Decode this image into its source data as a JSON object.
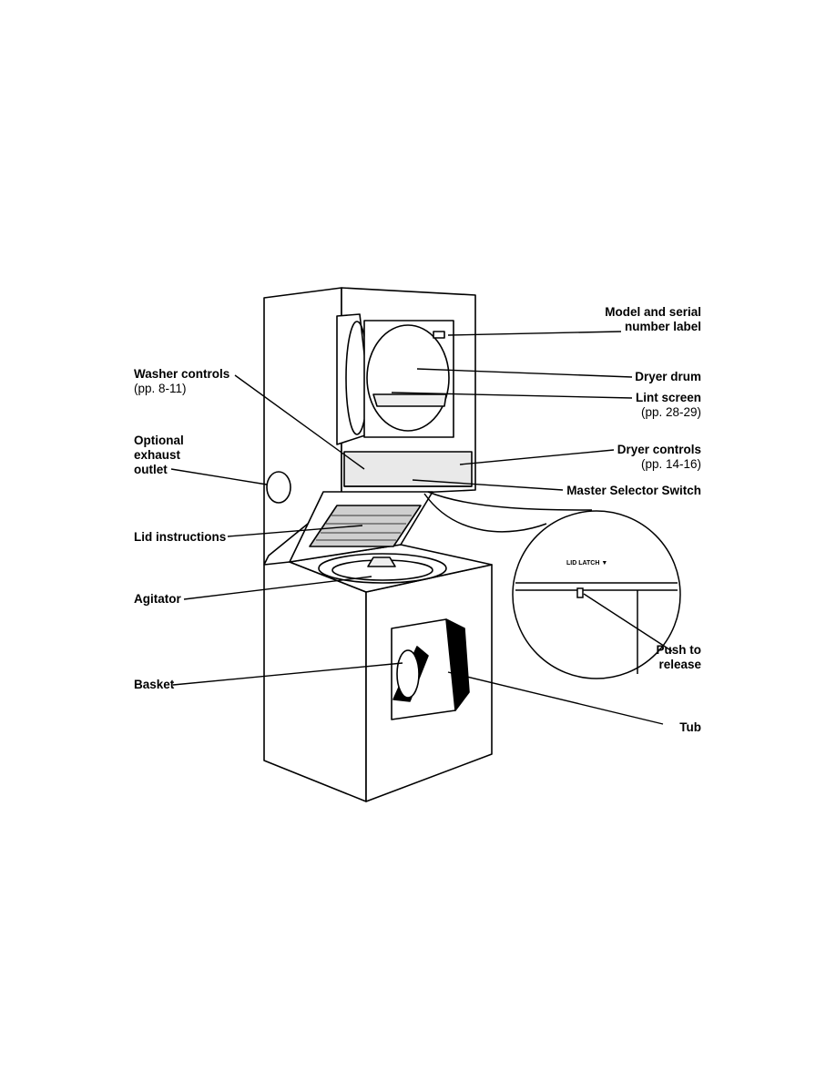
{
  "labels": {
    "model_serial": [
      "Model and serial",
      "number label"
    ],
    "dryer_drum": "Dryer drum",
    "lint_screen": "Lint screen",
    "lint_screen_pages": "(pp. 28-29)",
    "dryer_controls": "Dryer controls",
    "dryer_controls_pages": "(pp. 14-16)",
    "master_selector": "Master Selector Switch",
    "washer_controls": "Washer controls",
    "washer_controls_pages": "(pp. 8-11)",
    "exhaust": [
      "Optional",
      "exhaust",
      "outlet"
    ],
    "lid_instructions": "Lid instructions",
    "agitator": "Agitator",
    "basket": "Basket",
    "push_release": [
      "Push to",
      "release"
    ],
    "tub": "Tub",
    "lid_latch": "LID LATCH ▼"
  },
  "colors": {
    "ink": "#000000",
    "paper": "#ffffff",
    "shade": "#d8d8d8"
  }
}
